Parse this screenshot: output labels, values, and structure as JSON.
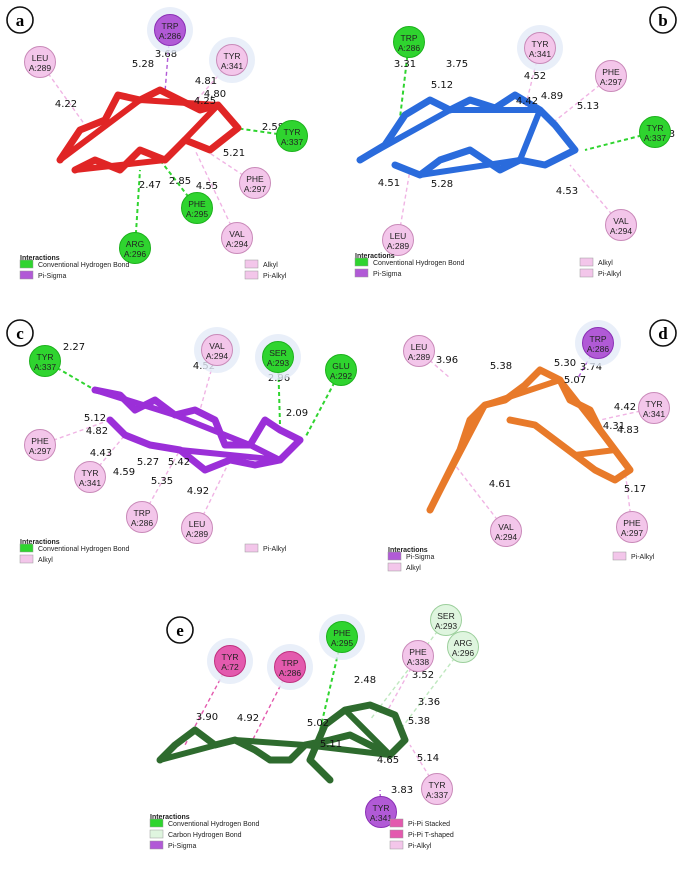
{
  "colors": {
    "hbond": "#2fd42f",
    "pisigma": "#b15ad6",
    "alkyl": "#f3c6ea",
    "pipi": "#e35aae",
    "carbonh": "#dff5df",
    "panel_a": "#e02525",
    "panel_b": "#2a6bdc",
    "panel_c": "#9b2fd8",
    "panel_d": "#e87a2a",
    "panel_e": "#2e6b2e"
  },
  "panels": [
    {
      "label": "a",
      "residues": [
        {
          "name": "TRP",
          "id": "A:286",
          "type": "pisigma"
        },
        {
          "name": "LEU",
          "id": "A:289",
          "type": "alkyl"
        },
        {
          "name": "TYR",
          "id": "A:341",
          "type": "alkyl"
        },
        {
          "name": "TYR",
          "id": "A:337",
          "type": "hbond"
        },
        {
          "name": "PHE",
          "id": "A:297",
          "type": "alkyl"
        },
        {
          "name": "ARG",
          "id": "A:296",
          "type": "hbond"
        },
        {
          "name": "PHE",
          "id": "A:295",
          "type": "hbond"
        },
        {
          "name": "VAL",
          "id": "A:294",
          "type": "alkyl"
        }
      ],
      "distances": [
        "3.68",
        "5.28",
        "4.81",
        "4.80",
        "4.25",
        "4.22",
        "2.58",
        "5.21",
        "2.85",
        "2.47",
        "4.55"
      ],
      "legend_title": "Interactions",
      "legend": [
        {
          "label": "Conventional Hydrogen Bond",
          "type": "hbond"
        },
        {
          "label": "Pi-Sigma",
          "type": "pisigma"
        },
        {
          "label": "Alkyl",
          "type": "alkyl"
        },
        {
          "label": "Pi-Alkyl",
          "type": "alkyl"
        }
      ]
    },
    {
      "label": "b",
      "residues": [
        {
          "name": "TRP",
          "id": "A:286",
          "type": "hbond"
        },
        {
          "name": "TYR",
          "id": "A:341",
          "type": "alkyl"
        },
        {
          "name": "PHE",
          "id": "A:297",
          "type": "alkyl"
        },
        {
          "name": "TYR",
          "id": "A:337",
          "type": "hbond"
        },
        {
          "name": "LEU",
          "id": "A:289",
          "type": "alkyl"
        },
        {
          "name": "VAL",
          "id": "A:294",
          "type": "alkyl"
        }
      ],
      "distances": [
        "3.31",
        "3.75",
        "4.52",
        "5.12",
        "4.89",
        "4.42",
        "5.13",
        "2.63",
        "4.51",
        "5.28",
        "4.53"
      ],
      "legend_title": "Interactions",
      "legend": [
        {
          "label": "Conventional Hydrogen Bond",
          "type": "hbond"
        },
        {
          "label": "Pi-Sigma",
          "type": "pisigma"
        },
        {
          "label": "Alkyl",
          "type": "alkyl"
        },
        {
          "label": "Pi-Alkyl",
          "type": "alkyl"
        }
      ]
    },
    {
      "label": "c",
      "residues": [
        {
          "name": "TYR",
          "id": "A:337",
          "type": "hbond"
        },
        {
          "name": "VAL",
          "id": "A:294",
          "type": "alkyl"
        },
        {
          "name": "SER",
          "id": "A:293",
          "type": "hbond"
        },
        {
          "name": "GLU",
          "id": "A:292",
          "type": "hbond"
        },
        {
          "name": "PHE",
          "id": "A:297",
          "type": "alkyl"
        },
        {
          "name": "TYR",
          "id": "A:341",
          "type": "alkyl"
        },
        {
          "name": "TRP",
          "id": "A:286",
          "type": "alkyl"
        },
        {
          "name": "LEU",
          "id": "A:289",
          "type": "alkyl"
        }
      ],
      "distances": [
        "2.27",
        "4.52",
        "2.96",
        "2.09",
        "5.12",
        "4.82",
        "4.43",
        "4.59",
        "5.27",
        "5.42",
        "5.35",
        "4.92"
      ],
      "legend_title": "Interactions",
      "legend": [
        {
          "label": "Conventional Hydrogen Bond",
          "type": "hbond"
        },
        {
          "label": "Alkyl",
          "type": "alkyl"
        },
        {
          "label": "Pi-Alkyl",
          "type": "alkyl"
        }
      ]
    },
    {
      "label": "d",
      "residues": [
        {
          "name": "LEU",
          "id": "A:289",
          "type": "alkyl"
        },
        {
          "name": "TRP",
          "id": "A:286",
          "type": "pisigma"
        },
        {
          "name": "TYR",
          "id": "A:341",
          "type": "alkyl"
        },
        {
          "name": "VAL",
          "id": "A:294",
          "type": "alkyl"
        },
        {
          "name": "PHE",
          "id": "A:297",
          "type": "alkyl"
        }
      ],
      "distances": [
        "3.96",
        "5.38",
        "5.30",
        "3.74",
        "5.07",
        "4.42",
        "4.31",
        "4.83",
        "4.61",
        "5.17"
      ],
      "legend_title": "Interactions",
      "legend": [
        {
          "label": "Pi-Sigma",
          "type": "pisigma"
        },
        {
          "label": "Alkyl",
          "type": "alkyl"
        },
        {
          "label": "Pi-Alkyl",
          "type": "alkyl"
        }
      ]
    },
    {
      "label": "e",
      "residues": [
        {
          "name": "TYR",
          "id": "A:72",
          "type": "pipi"
        },
        {
          "name": "TRP",
          "id": "A:286",
          "type": "pipi"
        },
        {
          "name": "PHE",
          "id": "A:295",
          "type": "hbond"
        },
        {
          "name": "SER",
          "id": "A:293",
          "type": "carbonh"
        },
        {
          "name": "PHE",
          "id": "A:338",
          "type": "alkyl"
        },
        {
          "name": "ARG",
          "id": "A:296",
          "type": "carbonh"
        },
        {
          "name": "TYR",
          "id": "A:337",
          "type": "alkyl"
        },
        {
          "name": "TYR",
          "id": "A:341",
          "type": "pisigma"
        }
      ],
      "distances": [
        "3.90",
        "4.92",
        "5.02",
        "5.11",
        "2.48",
        "3.52",
        "3.36",
        "5.38",
        "5.14",
        "4.65",
        "3.83"
      ],
      "legend_title": "Interactions",
      "legend": [
        {
          "label": "Conventional Hydrogen Bond",
          "type": "hbond"
        },
        {
          "label": "Carbon Hydrogen Bond",
          "type": "carbonh"
        },
        {
          "label": "Pi-Sigma",
          "type": "pisigma"
        },
        {
          "label": "Pi-Pi Stacked",
          "type": "pipi"
        },
        {
          "label": "Pi-Pi T-shaped",
          "type": "pipi"
        },
        {
          "label": "Pi-Alkyl",
          "type": "alkyl"
        }
      ]
    }
  ]
}
